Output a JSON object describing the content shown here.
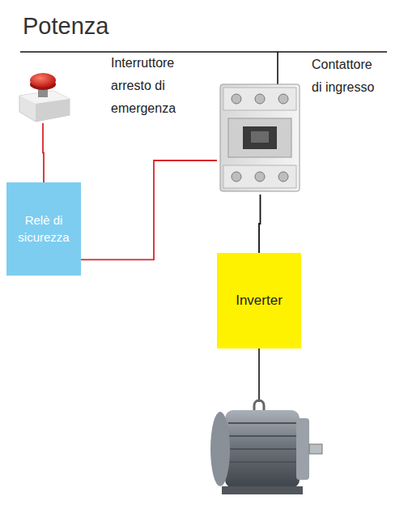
{
  "diagram": {
    "title": "Potenza",
    "nodes": [
      {
        "text": [
          "Interruttore arresto di emergenza"
        ]
      },
      {
        "text": [
          "Contattore di ingresso"
        ]
      },
      {
        "text": [
          "Relè di sicurezza"
        ]
      },
      {
        "text": [
          "Inverter"
        ]
      }
    ],
    "edges": [
      {
        "from": 0,
        "to": 2,
        "arrow": "none"
      },
      {
        "from": 2,
        "to": 1,
        "arrow": "none"
      },
      {
        "from": 1,
        "to": 3,
        "arrow": "none"
      }
    ]
  }
}
